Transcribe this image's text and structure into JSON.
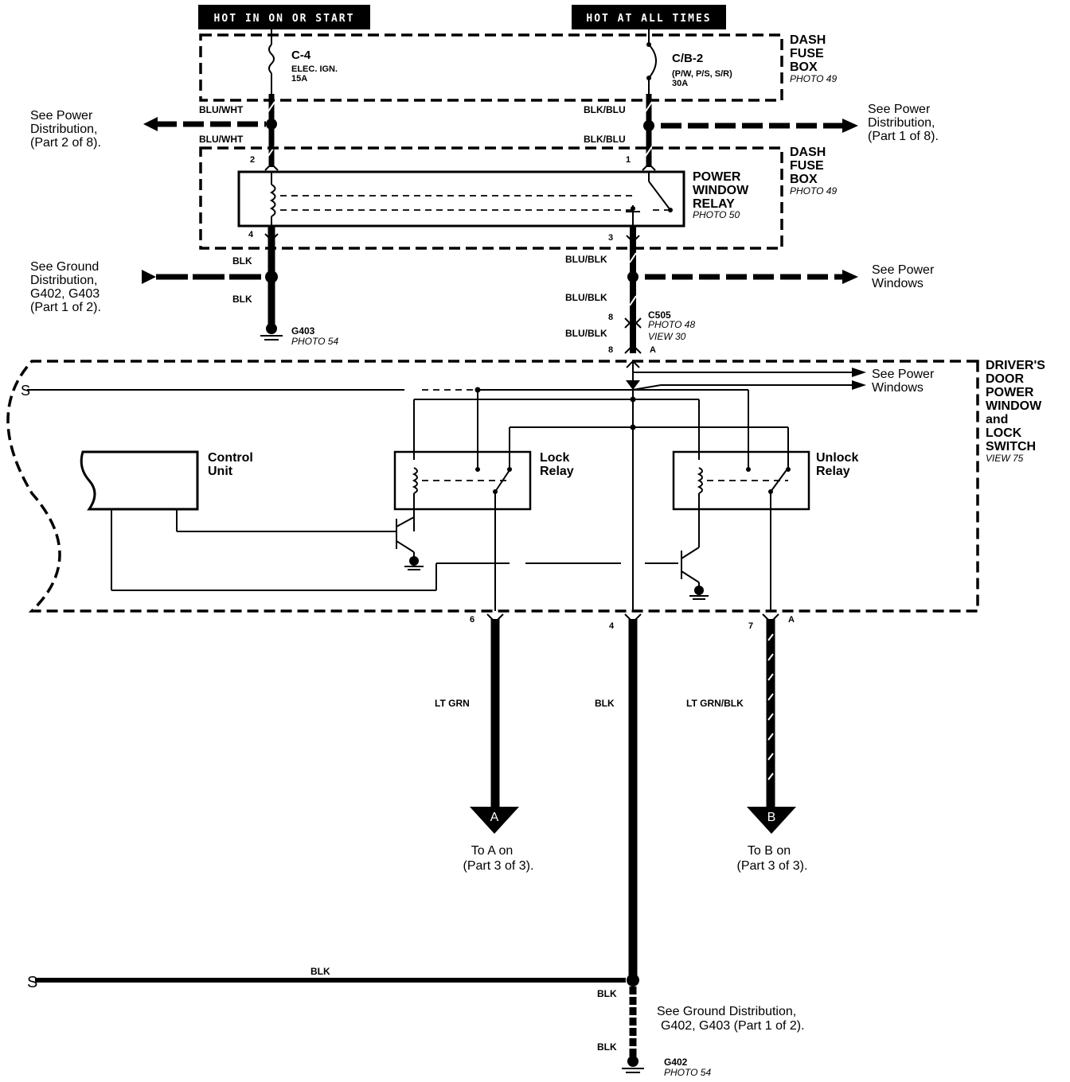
{
  "header": {
    "left": "HOT IN ON OR START",
    "right": "HOT AT ALL TIMES"
  },
  "fuse_box_top": {
    "title": [
      "DASH",
      "FUSE",
      "BOX"
    ],
    "photo": "PHOTO 49"
  },
  "fuse_c4": {
    "name": "C-4",
    "desc": "ELEC. IGN.",
    "rating": "15A"
  },
  "fuse_cb2": {
    "name": "C/B-2",
    "desc": "(P/W, P/S, S/R)",
    "rating": "30A"
  },
  "wires": {
    "blu_wht": "BLU/WHT",
    "blk_blu": "BLK/BLU",
    "blk": "BLK",
    "blu_blk": "BLU/BLK",
    "lt_grn": "LT GRN",
    "lt_grn_blk": "LT GRN/BLK"
  },
  "refs": {
    "power_dist_2": [
      "See Power",
      "Distribution,",
      "(Part 2 of 8)."
    ],
    "power_dist_1": [
      "See Power",
      "Distribution,",
      "(Part 1 of 8)."
    ],
    "ground_dist_left": [
      "See Ground",
      "Distribution,",
      "G402, G403",
      "(Part 1 of 2)."
    ],
    "power_windows": [
      "See Power",
      "Windows"
    ],
    "power_windows_2": [
      "See Power",
      "Windows"
    ],
    "ground_dist_bottom": [
      "See Ground Distribution,",
      "G402, G403  (Part 1 of 2)."
    ]
  },
  "fuse_box_relay": {
    "title": [
      "DASH",
      "FUSE",
      "BOX"
    ],
    "photo": "PHOTO 49"
  },
  "power_window_relay": {
    "title": [
      "POWER",
      "WINDOW",
      "RELAY"
    ],
    "photo": "PHOTO 50"
  },
  "pins": {
    "relay_2": "2",
    "relay_1": "1",
    "relay_4": "4",
    "relay_3": "3",
    "c505_top": "8",
    "c505_bottom": "8",
    "c505_a": "A",
    "out_6": "6",
    "out_4": "4",
    "out_7": "7",
    "out_a": "A"
  },
  "ground_g403": {
    "name": "G403",
    "photo": "PHOTO 54"
  },
  "connector_c505": {
    "name": "C505",
    "photo": "PHOTO 48",
    "view": "VIEW 30"
  },
  "driver_switch": {
    "title": [
      "DRIVER'S",
      "DOOR",
      "POWER",
      "WINDOW",
      "and",
      "LOCK",
      "SWITCH"
    ],
    "view": "VIEW 75"
  },
  "control_unit": [
    "Control",
    "Unit"
  ],
  "lock_relay": [
    "Lock",
    "Relay"
  ],
  "unlock_relay": [
    "Unlock",
    "Relay"
  ],
  "connector_a": {
    "letter": "A",
    "text": [
      "To A on",
      "(Part 3 of 3)."
    ]
  },
  "connector_b": {
    "letter": "B",
    "text": [
      "To B on",
      "(Part 3 of 3)."
    ]
  },
  "ground_g402": {
    "name": "G402",
    "photo": "PHOTO 54"
  },
  "break_mark": "S"
}
